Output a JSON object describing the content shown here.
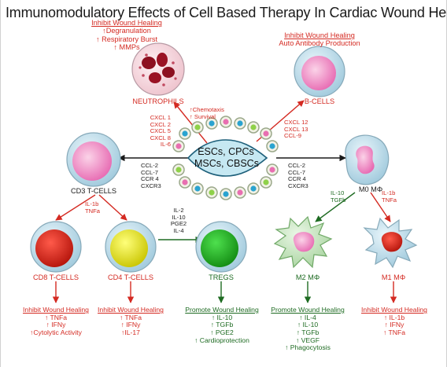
{
  "title": "Immunomodulatory Effects of Cell Based Therapy In Cardiac Wound Healing",
  "center": {
    "line1": "ESCs, CPCs",
    "line2": "MSCs, CBSCs"
  },
  "neutrophils": {
    "header": "Inhibit Wound Healing",
    "effects": [
      "↑Degranulation",
      "↑ Respiratory Burst",
      "↑ MMPs"
    ],
    "label": "NEUTROPHILS",
    "arrow_labels": [
      "↑Chemotaxis",
      "↑ Survival"
    ]
  },
  "bcells": {
    "header": "Inhibit Wound Healing",
    "effects": [
      "Auto Antibody Production"
    ],
    "label": "B-CELLS"
  },
  "left_chemokines_red": [
    "CXCL 1",
    "CXCL 2",
    "CXCL 5",
    "CXCL 8",
    "IL-6"
  ],
  "right_chemokines_red": [
    "CXCL 12",
    "CXCL 13",
    "CCL-9"
  ],
  "left_chemokines": [
    "CCL-2",
    "CCL-7",
    "CCR 4",
    "CXCR3"
  ],
  "right_chemokines": [
    "CCL-2",
    "CCL-7",
    "CCR 4",
    "CXCR3"
  ],
  "cd3": {
    "label": "CD3 T-CELLS",
    "signals": [
      "IL-1b",
      "TNFa"
    ]
  },
  "m0": {
    "label": "M0 MΦ",
    "green_signals": [
      "IL-10",
      "TGFb"
    ],
    "red_signals": [
      "IL-1b",
      "TNFa"
    ]
  },
  "treg_signals": [
    "IL-2",
    "IL-10",
    "PGE2",
    "IL-4"
  ],
  "cd8": {
    "label": "CD8 T-CELLS",
    "header": "Inhibit Wound Healing",
    "effects": [
      "↑ TNFa",
      "↑ IFNy",
      "↑Cytolytic Activity"
    ]
  },
  "cd4": {
    "label": "CD4 T-CELLS",
    "header": "Inhibit Wound Healing",
    "effects": [
      "↑ TNFa",
      "↑ IFNy",
      "↑IL-17"
    ]
  },
  "tregs": {
    "label": "TREGS",
    "header": "Promote Wound Healing",
    "effects": [
      "↑ IL-10",
      "↑ TGFb",
      "↑ PGE2",
      "↑ Cardioprotection"
    ]
  },
  "m2": {
    "label": "M2 MΦ",
    "header": "Promote Wound Healing",
    "effects": [
      "↑ IL-4",
      "↑ IL-10",
      "↑ TGFb",
      "↑ VEGF",
      "↑ Phagocytosis"
    ]
  },
  "m1": {
    "label": "M1 MΦ",
    "header": "Inhibit Wound Healing",
    "effects": [
      "↑ IL-1b",
      "↑ IFNy",
      "↑ TNFa"
    ]
  },
  "colors": {
    "red": "#d42a22",
    "green": "#1e6b22",
    "black": "#1a1a1a",
    "hub_fill": "#c6e8f2",
    "hub_stroke": "#1d5f7a"
  }
}
